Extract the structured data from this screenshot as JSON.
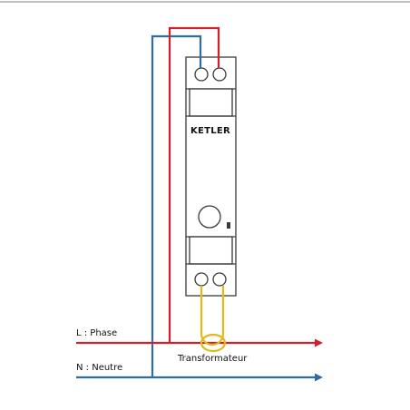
{
  "device": {
    "brand": "KETLER"
  },
  "labels": {
    "phase": "L : Phase",
    "neutral": "N : Neutre",
    "transformer": "Transformateur"
  },
  "colors": {
    "phase": "#d2202b",
    "neutral": "#2e6da4",
    "transformer": "#e3b81b",
    "outline": "#3a3a3a",
    "header_line": "#9a9a9a"
  }
}
